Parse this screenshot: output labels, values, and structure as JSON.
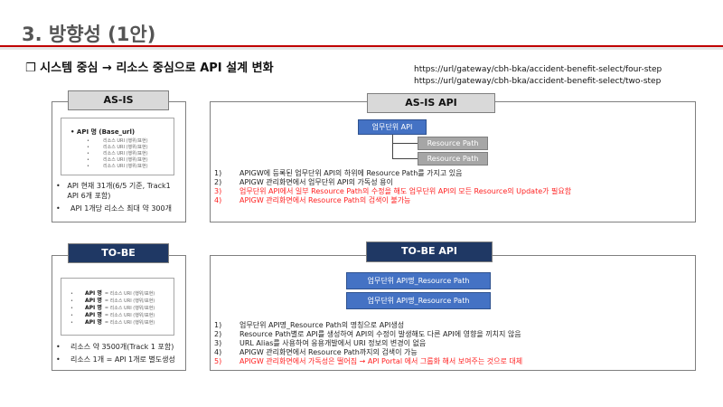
{
  "title": "3. 방향성 (1안)",
  "heading": "❐ 시스템 중심 → 리소스 중심으로 API 설계 변화",
  "urls": [
    "https://url/gateway/cbh-bka/accident-benefit-select/four-step",
    "https://url/gateway/cbh-bka/accident-benefit-select/two-step"
  ],
  "asis": {
    "label": "AS-IS",
    "api_name": "API 명 (Base_url)",
    "resource_item": "리소스 URI (행위/표현)",
    "bullets": [
      "API 현재 31개(6/5 기준, Track1 API 6개 포함)",
      "API 1개당 리소스 최대 약 300개"
    ]
  },
  "asis_api": {
    "label": "AS-IS API",
    "api_box": "업무단위 API",
    "resource_box": "Resource Path",
    "items": [
      {
        "num": "1)",
        "text": "APIGW에 등록된 업무단위 API의 하위에 Resource Path를 가지고 있음",
        "red": false
      },
      {
        "num": "2)",
        "text": "APIGW 관리화면에서 업무단위 API의 가독성 용이",
        "red": false
      },
      {
        "num": "3)",
        "text": "업무단위 API에서 일부 Resource Path의 수정을 해도 업무단위 API의 모든 Resource의 Update가 필요함",
        "red": true
      },
      {
        "num": "4)",
        "text": "APIGW 관리화면에서 Resource Path의 검색이 불가능",
        "red": true
      }
    ]
  },
  "tobe": {
    "label": "TO-BE",
    "api_name": "API 명",
    "resource_item": "= 리소스 URI (행위/표현)",
    "bullets": [
      "리소스 약 3500개(Track 1 포함)",
      "리소스 1개 = API 1개로 별도생성"
    ]
  },
  "tobe_api": {
    "label": "TO-BE API",
    "boxes": [
      "업무단위 API명_Resource Path",
      "업무단위 API명_Resource Path"
    ],
    "items": [
      {
        "num": "1)",
        "text": "업무단위 API명_Resource Path의 명칭으로 API생성",
        "red": false
      },
      {
        "num": "2)",
        "text": "Resource Path별로 API를 생성하여 API의 수정이 발생해도 다른 API에 영향을 끼치지 않음",
        "red": false
      },
      {
        "num": "3)",
        "text": "URL Alias를 사용하여 응용개발에서 URI 정보의 변경이 없음",
        "red": false
      },
      {
        "num": "4)",
        "text": "APIGW 관리화면에서 Resource Path까지의 검색이 가능",
        "red": false
      },
      {
        "num": "5)",
        "text": "APIGW 관리화면에서 가독성은 떨어짐 → API Portal 에서 그룹화 해서 보여주는 것으로 대체",
        "red": true
      }
    ]
  },
  "colors": {
    "accent": "#c00000",
    "navy": "#1f3864",
    "blue": "#4472c4",
    "red": "#ff2020"
  }
}
